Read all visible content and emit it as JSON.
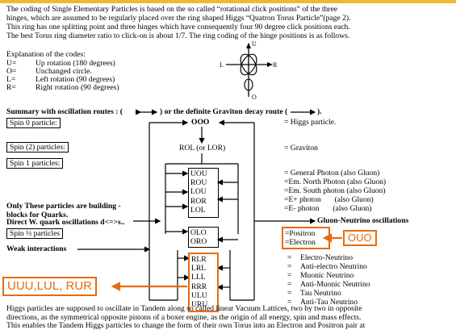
{
  "intro": [
    "The coding of Single Elementary Particles is based on the so called “rotational click positions” of the three",
    "hinges, which are assumed to be regularly placed over the ring shaped Higgs “Quatron Torus Particle”(page 2).",
    "This ring has one splitting point and three hinges which have consequently four  90 degree click positions each.",
    "The best Torus ring diameter ratio to click-on is about 1/7. The ring coding of the  hinge positions is as follows."
  ],
  "codes": {
    "heading": "Explanation of the codes:",
    "items": [
      {
        "key": "U=",
        "desc": "Up rotation (180 degrees)"
      },
      {
        "key": "O=",
        "desc": "Unchanged circle."
      },
      {
        "key": "L=",
        "desc": "Left rotation (90 degrees)"
      },
      {
        "key": "R=",
        "desc": "Right rotation (90 degrees)"
      }
    ]
  },
  "rotor_labels": {
    "up": "U",
    "right": "R",
    "left": "L",
    "down": "O"
  },
  "summary": {
    "prefix": "Summary with oscillation routes : (",
    "middle": ") or the definite Graviton decay route (",
    "suffix": ")."
  },
  "spin0": {
    "label": "Spin 0 particle:",
    "code": "OOO",
    "name": "= Higgs particle."
  },
  "spin2": {
    "label": "Spin (2) particles:",
    "code": "ROL (or LOR)",
    "name": "= Graviton"
  },
  "spin1": {
    "label": "Spin 1 particles:",
    "codes": [
      "UOU",
      "ROU",
      "LOU",
      "ROR",
      "LOL"
    ],
    "names": [
      "= General Photon (also Gluon)",
      "=Em. North Photon (also Gluon)",
      "=Em. South photon (also Gluon)",
      "=E+ photon       (also Gluon)",
      "=E- photon       (also Gluon)"
    ]
  },
  "quarks_note": [
    "Only These particles are building -",
    "blocks for Quarks."
  ],
  "direct_w": "Direct W. quark oscillations d<=>s..",
  "gluon_neutrino": "Gluon-Neutrino oscillations",
  "spin_half": {
    "label": "Spin ½ particles",
    "codes": [
      "OLO",
      "ORO"
    ],
    "names": [
      "=Positron",
      "=Electron"
    ]
  },
  "ouo_callout": "OUO",
  "weak": {
    "label": "Weak interactions",
    "codes": [
      "RLR",
      "LRL",
      "LLL",
      "RRR",
      "ULU",
      "URU"
    ],
    "names": [
      "Electro-Neutrino",
      "Anti-electro Neutrino",
      "Muonic Neutrino",
      "Anti-Muonic Neutrino",
      "Tau Neutrino",
      "Anti-Tau Neutrino"
    ],
    "bullet": "="
  },
  "uuu_callout": "UUU,LUL, RUR",
  "footer": [
    "Higgs particles are supposed to oscillate in Tandem along so called linear Vacuum Lattices, two by two in opposite",
    "directions, as the symmetrical opposite pistons of a boxer engine, as the origin of all energy, spin and mass effects.",
    "This enables the Tandem Higgs particles to change the form of their own Torus into an Electron and Positron pair at"
  ],
  "colors": {
    "accent_orange": "#e86a10",
    "top_bar": "#f2b630",
    "text": "#000000"
  }
}
